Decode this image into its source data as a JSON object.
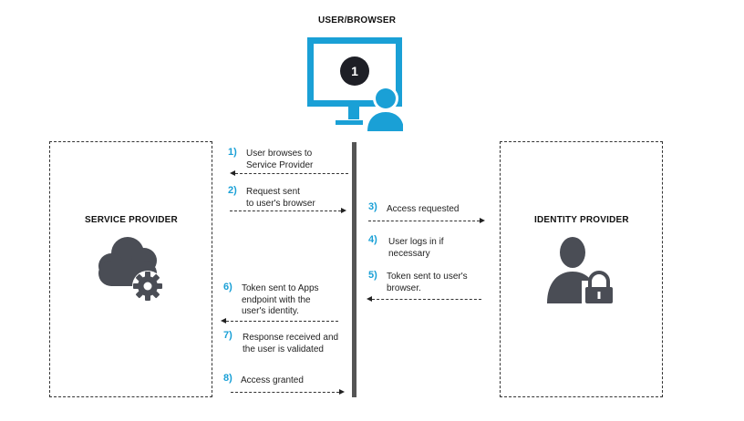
{
  "headings": {
    "user_browser": "USER/BROWSER",
    "service_provider": "SERVICE PROVIDER",
    "identity_provider": "IDENTITY PROVIDER"
  },
  "icons": {
    "monitor": "monitor-user-icon",
    "cloud": "cloud-gear-icon",
    "identity": "user-lock-icon",
    "monitor_badge": "1"
  },
  "colors": {
    "accent": "#1aa0d6",
    "icon_gray": "#4a4d55",
    "badge_dark": "#1e1f26"
  },
  "steps": [
    {
      "num": "1)",
      "text": "User browses to\nService Provider",
      "direction": "to-service-provider"
    },
    {
      "num": "2)",
      "text": "Request sent\nto user's browser",
      "direction": "to-browser"
    },
    {
      "num": "3)",
      "text": "Access requested",
      "direction": "to-identity-provider"
    },
    {
      "num": "4)",
      "text": "User logs in if\nnecessary",
      "direction": "none"
    },
    {
      "num": "5)",
      "text": "Token sent to user's\nbrowser.",
      "direction": "to-browser"
    },
    {
      "num": "6)",
      "text": "Token sent to Apps\nendpoint with the\nuser's identity.",
      "direction": "to-service-provider"
    },
    {
      "num": "7)",
      "text": "Response received and\nthe user is validated",
      "direction": "none"
    },
    {
      "num": "8)",
      "text": "Access granted",
      "direction": "to-browser"
    }
  ]
}
